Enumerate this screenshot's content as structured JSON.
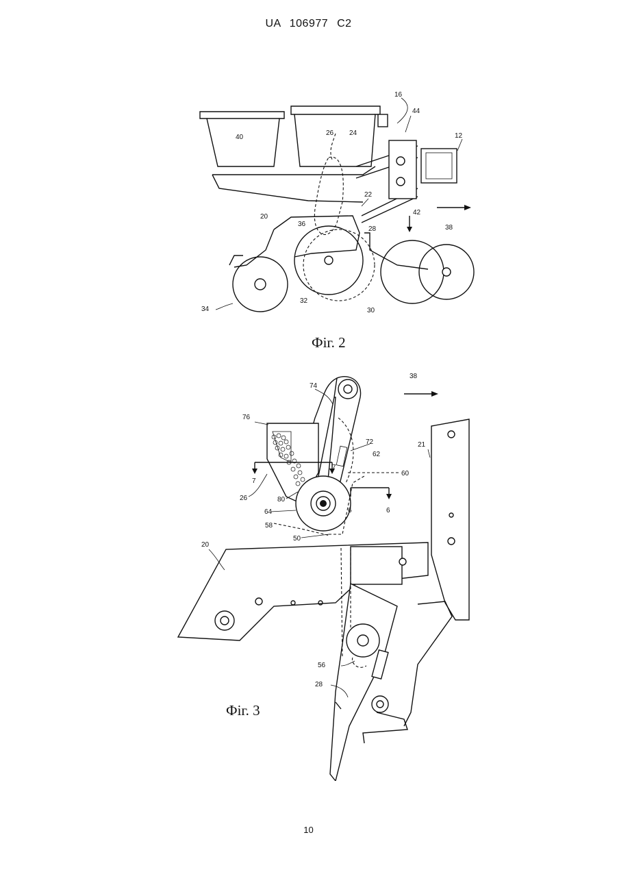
{
  "header": {
    "text": "UA   106977   C2"
  },
  "figure2": {
    "caption": "Фіг. 2",
    "labels": [
      "16",
      "44",
      "12",
      "26",
      "24",
      "40",
      "22",
      "42",
      "38",
      "20",
      "36",
      "28",
      "34",
      "32",
      "30"
    ]
  },
  "figure3": {
    "caption": "Фіг. 3",
    "labels": [
      "38",
      "74",
      "76",
      "72",
      "62",
      "21",
      "7",
      "7",
      "60",
      "26",
      "80",
      "64",
      "6",
      "6",
      "58",
      "50",
      "20",
      "56",
      "28"
    ]
  },
  "footer": {
    "page_number": "10"
  }
}
